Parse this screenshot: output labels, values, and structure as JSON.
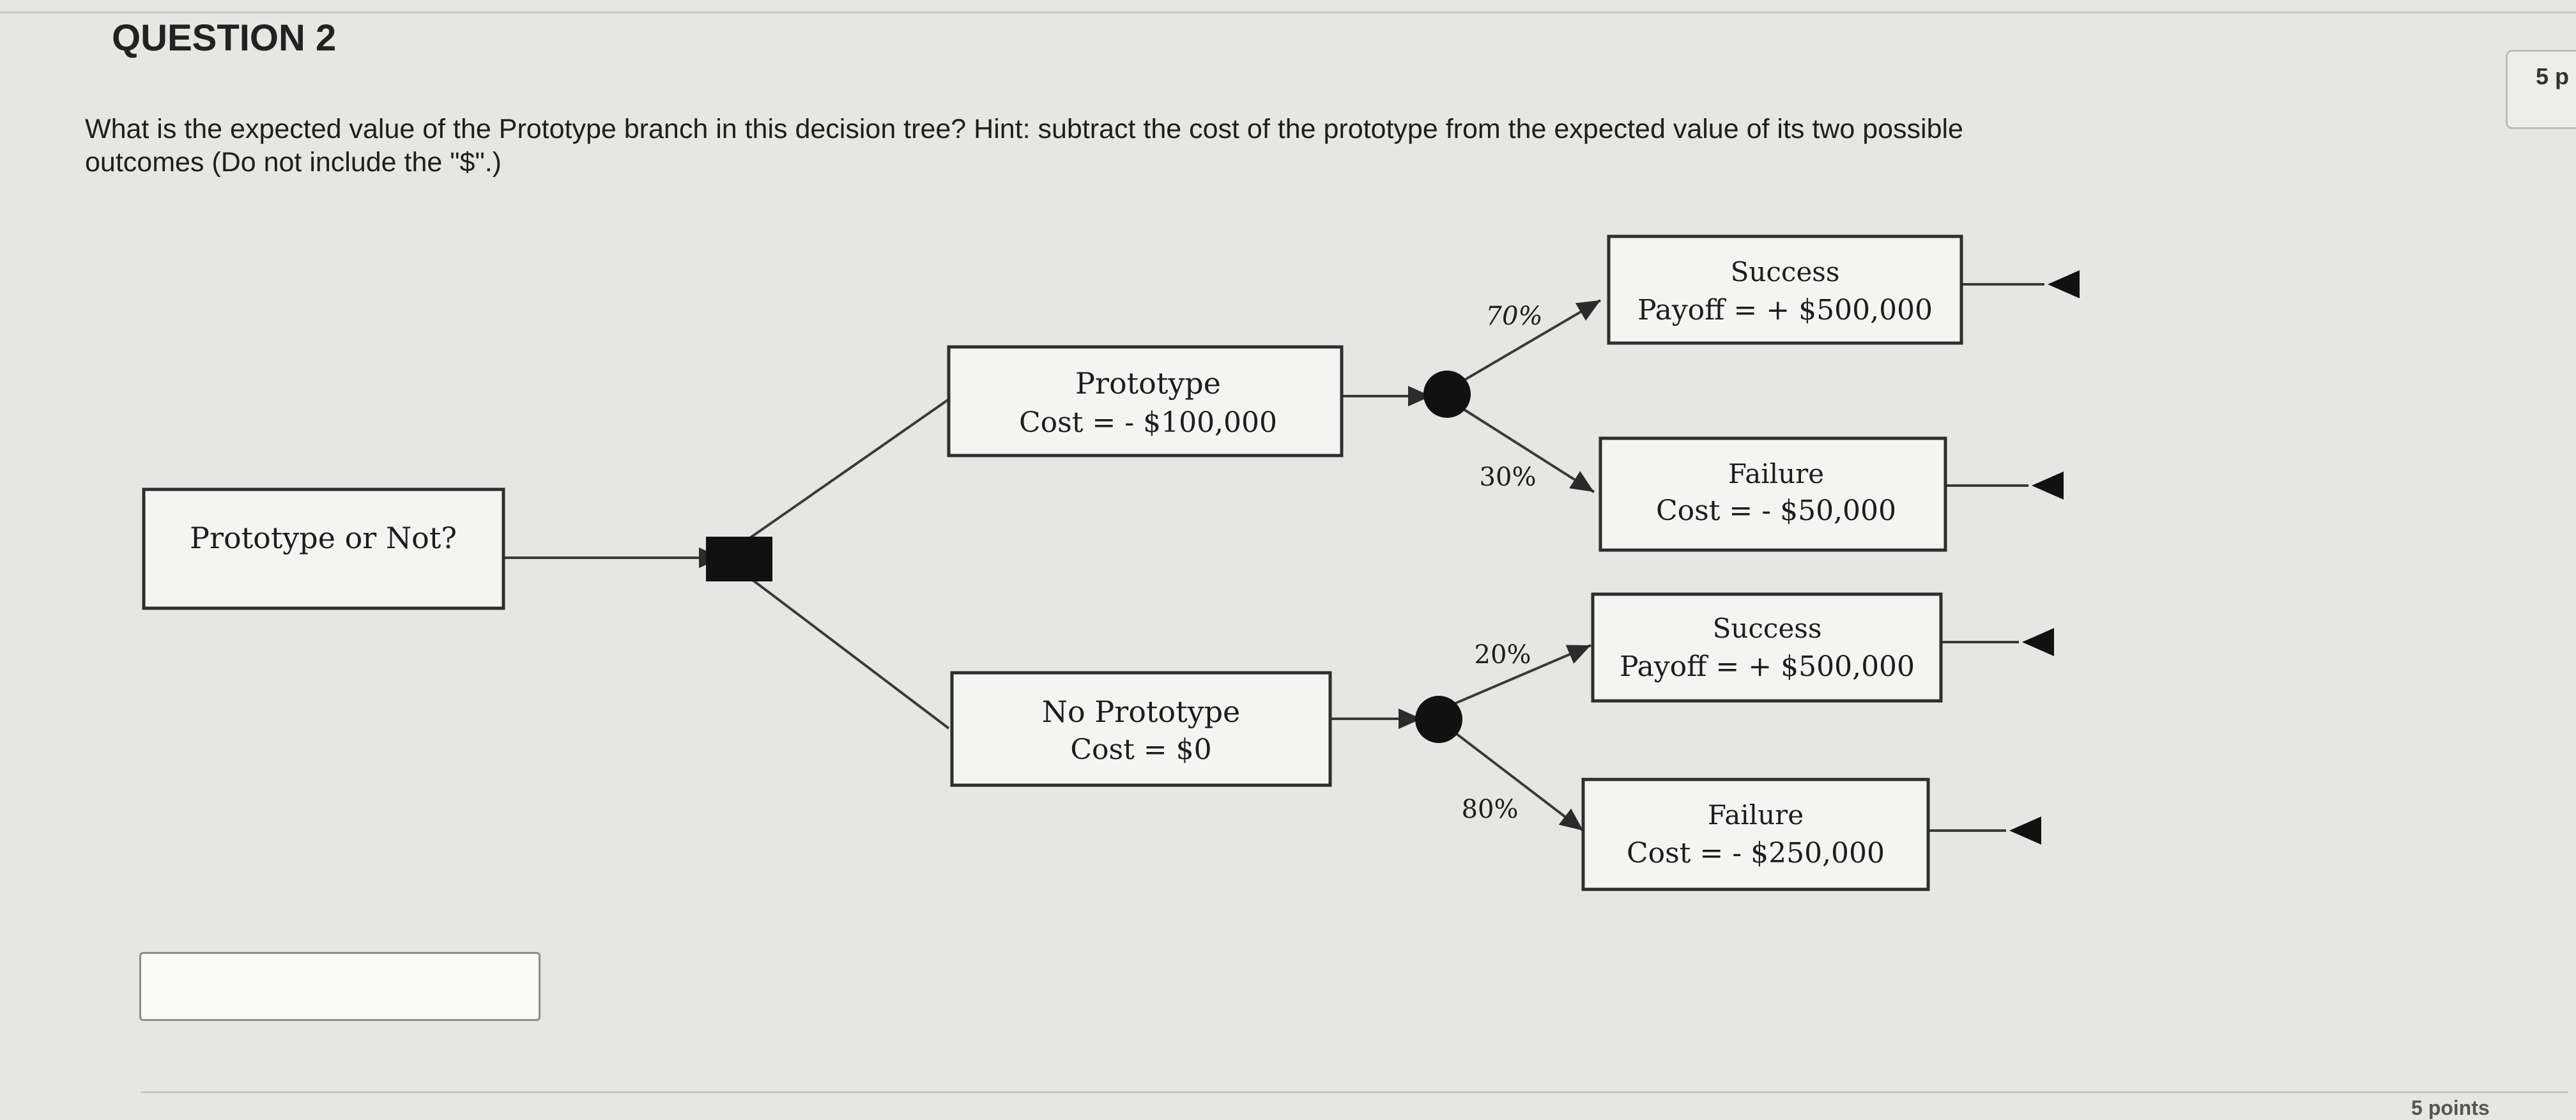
{
  "question": {
    "title": "QUESTION 2",
    "points_tab": "5 p",
    "prompt_line1": "What is the expected value of the Prototype branch in this decision tree? Hint: subtract the cost of the prototype from the expected value of its two possible",
    "prompt_line2": "outcomes (Do not include the \"$\".)",
    "answer_value": "",
    "footer_points": "5 points"
  },
  "tree": {
    "root": "Prototype or Not?",
    "prototype": {
      "name": "Prototype",
      "cost": "Cost = - $100,000"
    },
    "no_prototype": {
      "name": "No Prototype",
      "cost": "Cost = $0"
    },
    "outcomes": [
      {
        "prob": "70%",
        "name": "Success",
        "value": "Payoff = + $500,000"
      },
      {
        "prob": "30%",
        "name": "Failure",
        "value": "Cost = - $50,000"
      },
      {
        "prob": "20%",
        "name": "Success",
        "value": "Payoff = + $500,000"
      },
      {
        "prob": "80%",
        "name": "Failure",
        "value": "Cost = - $250,000"
      }
    ]
  },
  "colors": {
    "background": "#e6e6e3",
    "line": "#3a3a3a",
    "node": "#111111"
  }
}
